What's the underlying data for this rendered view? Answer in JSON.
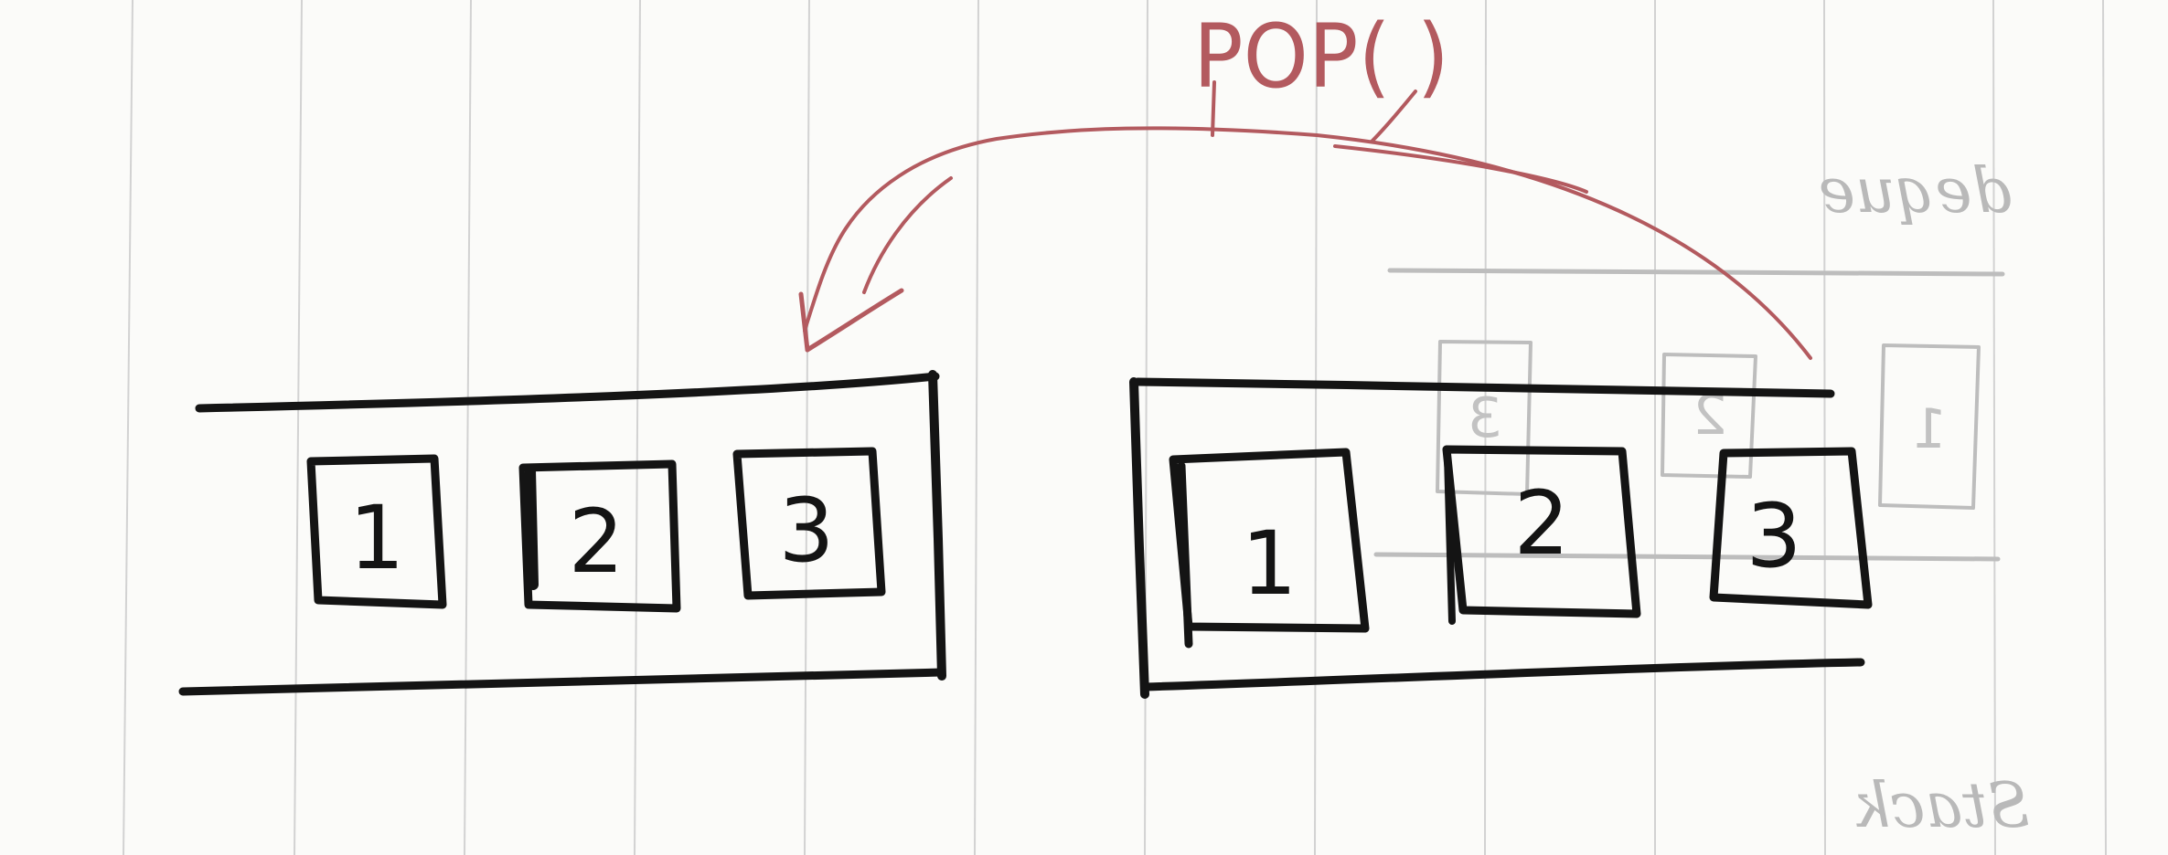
{
  "operation": {
    "label": "POP( )"
  },
  "left_container": {
    "boxes": [
      {
        "label": "1"
      },
      {
        "label": "2"
      },
      {
        "label": "3"
      }
    ]
  },
  "right_container": {
    "boxes": [
      {
        "label": "1"
      },
      {
        "label": "2"
      },
      {
        "label": "3"
      }
    ]
  },
  "show_through": {
    "top_word": "deque",
    "bottom_word": "Stack",
    "boxes": [
      {
        "label": "3"
      },
      {
        "label": "2"
      },
      {
        "label": "1"
      }
    ]
  },
  "colors": {
    "ink": "#141414",
    "arrow": "#b35a5f",
    "show_through": "#bdbdbd",
    "paper": "#fbfbf9"
  }
}
